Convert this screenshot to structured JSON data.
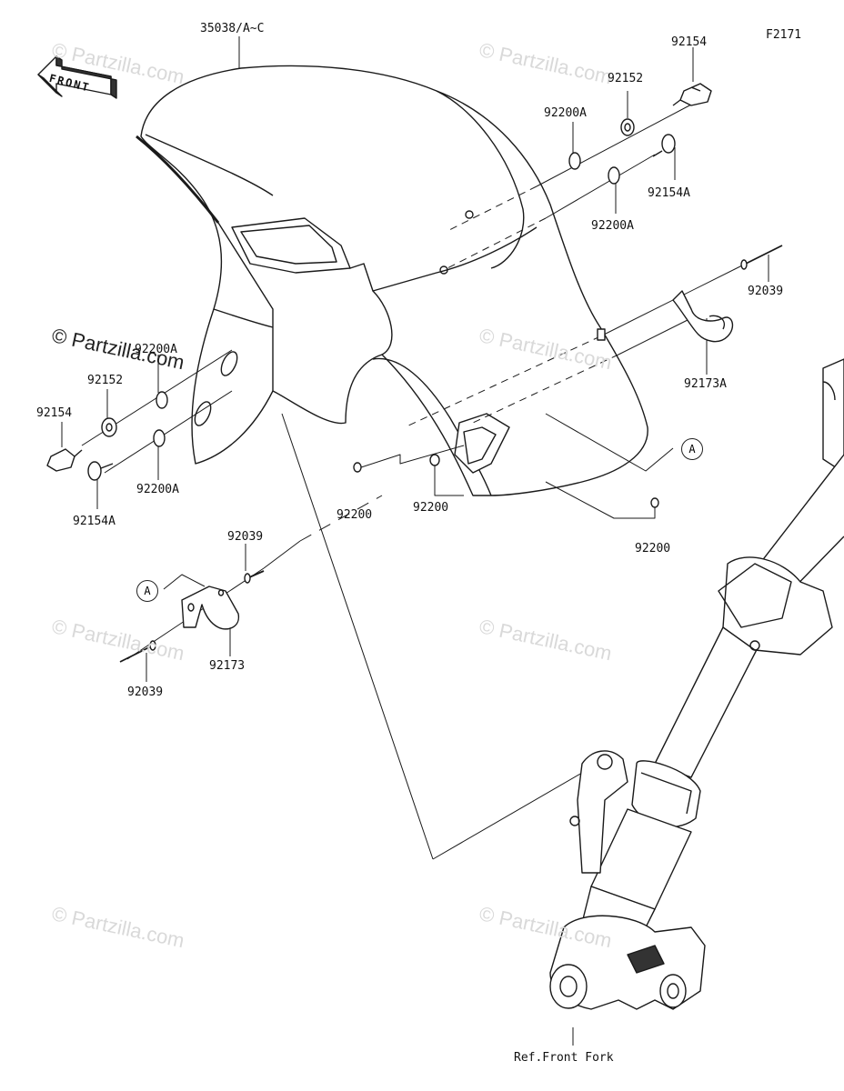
{
  "diagram_id": "F2171",
  "front_label": "FRONT",
  "ref_label": "Ref.Front Fork",
  "watermark": "© Partzilla.com",
  "callout_letter": "A",
  "labels": {
    "fender": "35038/A~C",
    "bolt_r": "92154",
    "washer_r": "92152",
    "oring_r1": "92200A",
    "screw_r": "92154A",
    "oring_r2": "92200A",
    "rivet_r": "92039",
    "clamp_r": "92173A",
    "oring_l1": "92200A",
    "washer_l": "92152",
    "bolt_l": "92154",
    "oring_l2": "92200A",
    "screw_l": "92154A",
    "grommet_1": "92200",
    "grommet_2": "92200",
    "grommet_3": "92200",
    "rivet_l1": "92039",
    "clamp_l": "92173",
    "rivet_l2": "92039"
  }
}
